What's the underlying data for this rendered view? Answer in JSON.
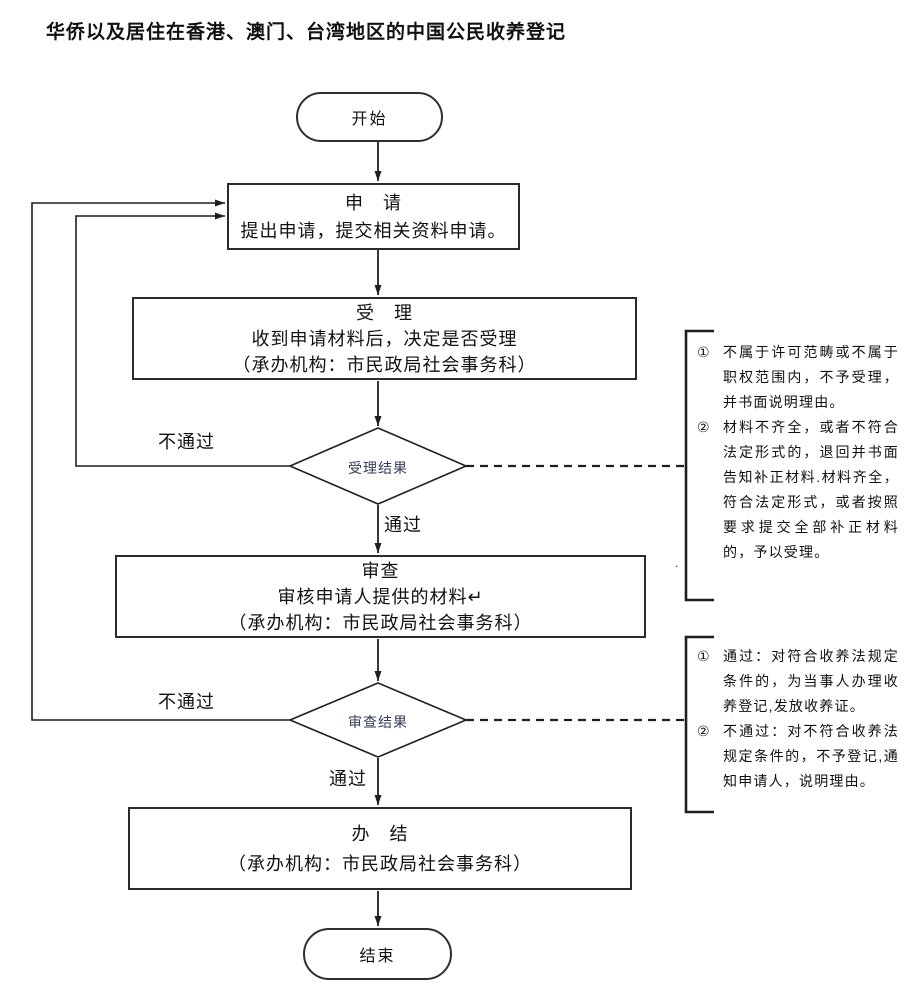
{
  "title": "华侨以及居住在香港、澳门、台湾地区的中国公民收养登记",
  "flow": {
    "start": {
      "label": "开始"
    },
    "apply": {
      "heading": "申　请",
      "body": "提出申请，提交相关资料申请。"
    },
    "accept": {
      "heading": "受　理",
      "line1": "收到申请材料后，决定是否受理",
      "line2": "（承办机构：市民政局社会事务科）"
    },
    "accept_result": {
      "label": "受理结果",
      "pass_label": "通过",
      "fail_label": "不通过"
    },
    "review": {
      "heading": "审查",
      "line1": "审核申请人提供的材料↵",
      "line2": "（承办机构：市民政局社会事务科）"
    },
    "review_result": {
      "label": "审查结果",
      "pass_label": "通过",
      "fail_label": "不通过"
    },
    "complete": {
      "heading": "办　结",
      "line1": "（承办机构：市民政局社会事务科）"
    },
    "end": {
      "label": "结束"
    }
  },
  "annotations": {
    "accept_note": {
      "items": [
        {
          "marker": "①",
          "text": "不属于许可范畴或不属于职权范围内，不予受理，并书面说明理由。"
        },
        {
          "marker": "②",
          "text": "材料不齐全，或者不符合法定形式的，退回并书面告知补正材料.材料齐全，符合法定形式，或者按照要求提交全部补正材料的，予以受理。"
        }
      ],
      "artifact": "."
    },
    "review_note": {
      "items": [
        {
          "marker": "①",
          "text": "通过：对符合收养法规定条件的，为当事人办理收养登记,发放收养证。"
        },
        {
          "marker": "②",
          "text": "不通过：对不符合收养法规定条件的，不予登记,通知申请人，说明理由。"
        }
      ]
    }
  },
  "colors": {
    "line": "#1f1f1f",
    "box_border": "#2b2b2b",
    "text": "#111111",
    "diamond_label": "#343c55",
    "background": "#ffffff"
  }
}
